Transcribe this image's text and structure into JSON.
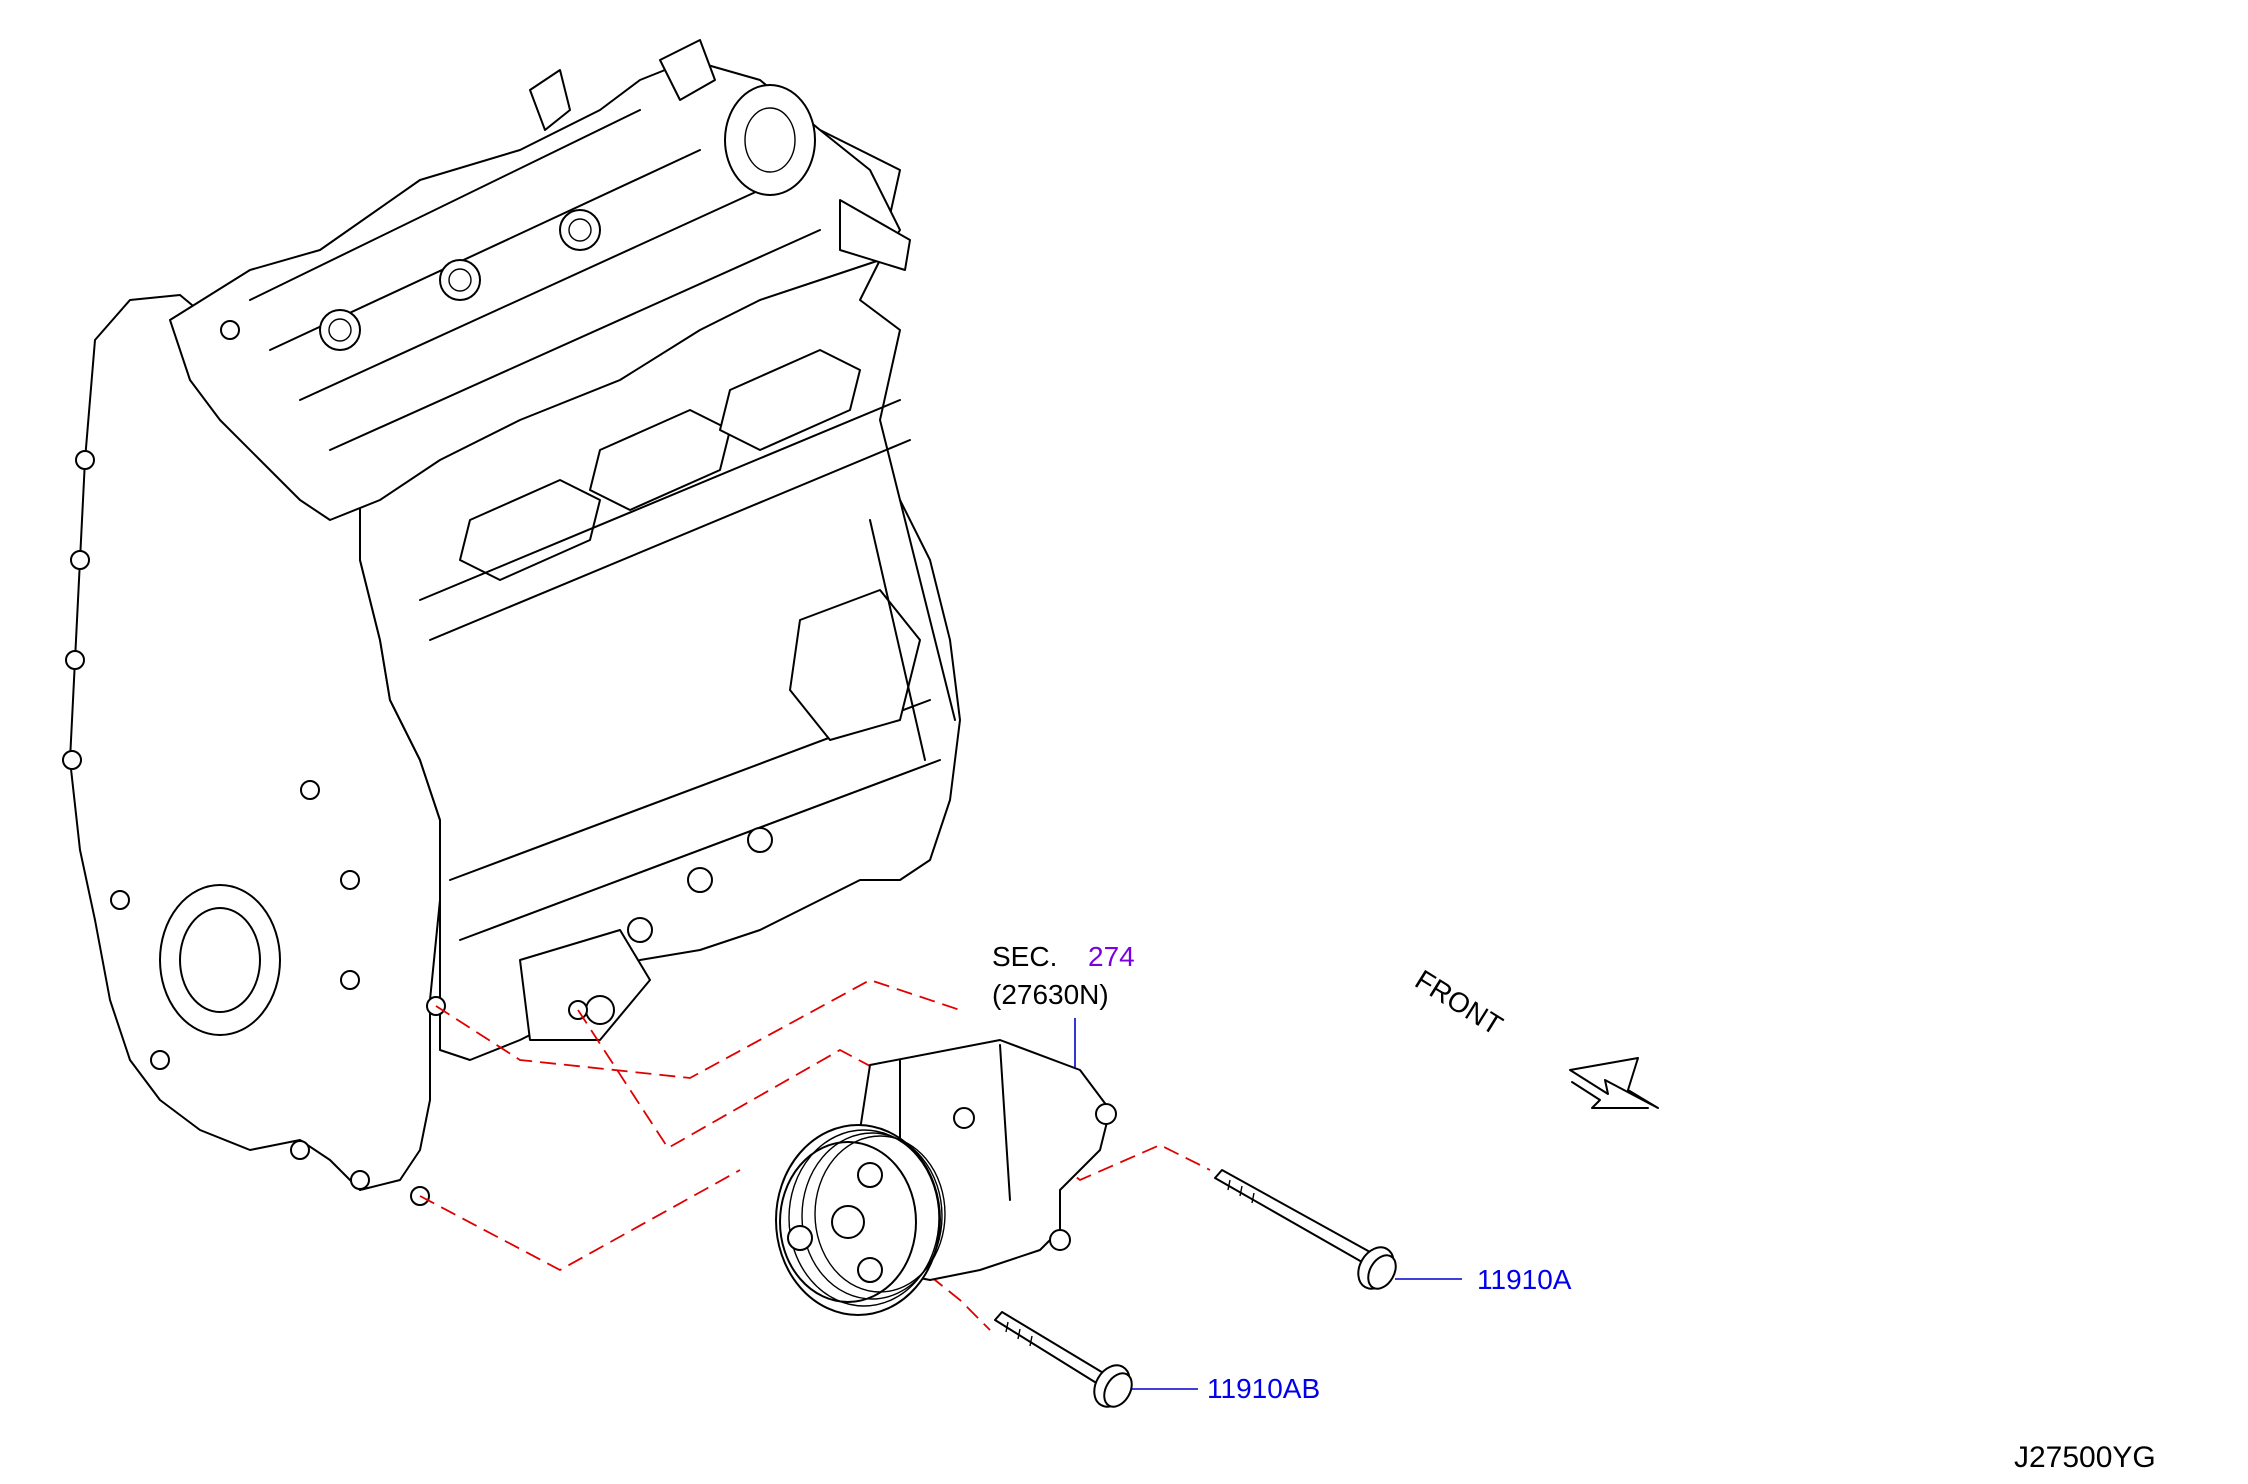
{
  "diagram": {
    "section_ref": {
      "prefix": "SEC.",
      "number": "274",
      "part": "(27630N)"
    },
    "direction_label": "FRONT",
    "callouts": [
      {
        "part_number": "11910A"
      },
      {
        "part_number": "11910AB"
      }
    ],
    "drawing_code": "J27500YG",
    "colors": {
      "line": "#000000",
      "dashed_guide": "#e00000",
      "part_label": "#0000ee",
      "section_number": "#7a00e0"
    }
  }
}
